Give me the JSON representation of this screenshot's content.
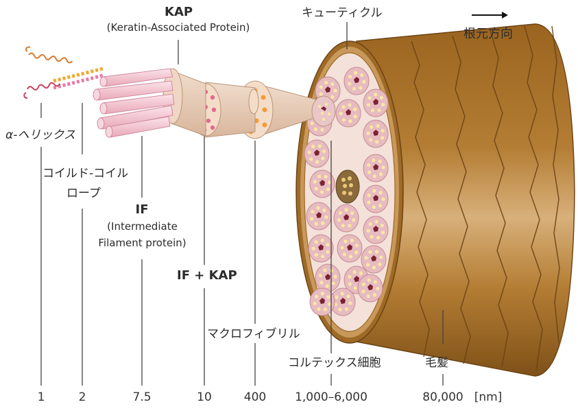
{
  "labels": {
    "kap_title": "KAP",
    "kap_sub": "(Keratin-Associated Protein)",
    "cuticle": "キューティクル",
    "root_direction": "根元方向",
    "alpha_helix": "α-ヘリックス",
    "coiled_coil_1": "コイルド-コイル",
    "coiled_coil_2": "ロープ",
    "if_title": "IF",
    "if_sub_1": "(Intermediate",
    "if_sub_2": "Filament protein)",
    "if_kap": "IF + KAP",
    "macrofibril": "マクロフィブリル",
    "cortex_cell": "コルテックス細胞",
    "hair": "毛髪"
  },
  "scale": {
    "ticks": [
      "1",
      "2",
      "7.5",
      "10",
      "400",
      "1,000–6,000",
      "80,000"
    ],
    "unit": "[nm]"
  },
  "colors": {
    "hair_dark": "#8a5a1e",
    "hair_mid": "#b8823a",
    "hair_light": "#d9b27a",
    "cortex_bg": "#f1d9d6",
    "cell_fill": "#e7bcc0",
    "cell_stroke": "#c58a92",
    "pale_dot": "#fbe7a6",
    "maroon": "#7b2233",
    "fiber_pink": "#f3c8d3",
    "cone_tan": "#e8cdb9",
    "dot_pink": "#e46a8c",
    "dot_orange": "#f59a3a"
  }
}
